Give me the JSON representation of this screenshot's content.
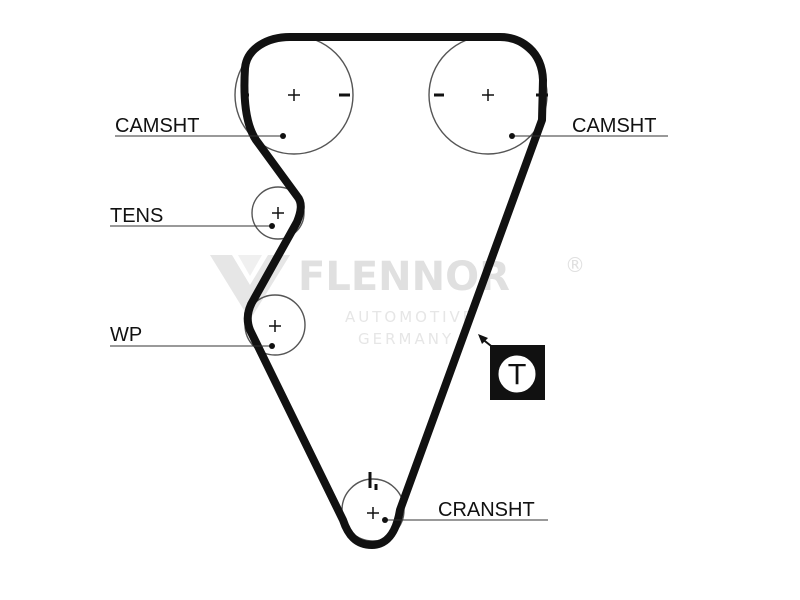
{
  "labels": {
    "camshaft_left": "CAMSHT",
    "camshaft_right": "CAMSHT",
    "tensioner": "TENS",
    "water_pump": "WP",
    "crankshaft": "CRANSHT"
  },
  "tensioner_marker": {
    "letter": "T",
    "icon": "tensioner-marker-icon"
  },
  "watermark": {
    "brand": "FLENNOR",
    "registered": "®",
    "line1": "AUTOMOTIVE",
    "line2": "GERMANY",
    "logo_icon": "flennor-logo-icon"
  },
  "colors": {
    "ink": "#111111",
    "pulley": "#555555",
    "watermark": "#e0e0e0"
  }
}
